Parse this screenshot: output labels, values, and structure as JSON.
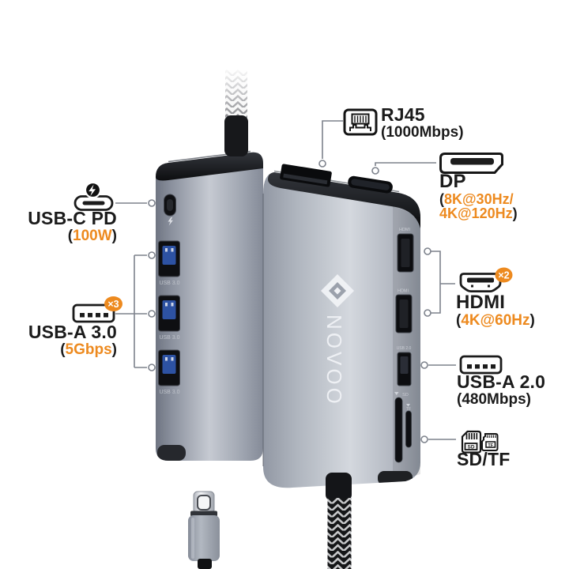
{
  "colors": {
    "accent_orange": "#ED8A1F",
    "text_black": "#1B1B1B",
    "line_gray": "#7D828C"
  },
  "device": {
    "brand": "NOVOO",
    "back_labels": {
      "usb3": "USB 3.0"
    },
    "front_labels": {
      "hdmi": "HDMI",
      "usb2": "USB 2.0",
      "sd": "SD",
      "tf": "TF"
    }
  },
  "icons": {
    "sd_card_label": "SD",
    "tf_card_label": "TF"
  },
  "callouts": {
    "usb_c_pd": {
      "title": "USB-C PD",
      "open": "(",
      "value": "100W",
      "close": ")"
    },
    "usb_a_3": {
      "title": "USB-A 3.0",
      "open": "(",
      "value": "5Gbps",
      "close": ")",
      "badge": "×3"
    },
    "rj45": {
      "title": "RJ45",
      "spec": "(1000Mbps)"
    },
    "dp": {
      "title": "DP",
      "open": "(",
      "value_line1": "8K@30Hz/",
      "value_line2": "4K@120Hz",
      "close": ")"
    },
    "hdmi": {
      "title": "HDMI",
      "open": "(",
      "value": "4K@60Hz",
      "close": ")",
      "badge": "×2"
    },
    "usb_a_2": {
      "title": "USB-A 2.0",
      "spec": "(480Mbps)"
    },
    "sd_tf": {
      "title": "SD/TF"
    }
  }
}
